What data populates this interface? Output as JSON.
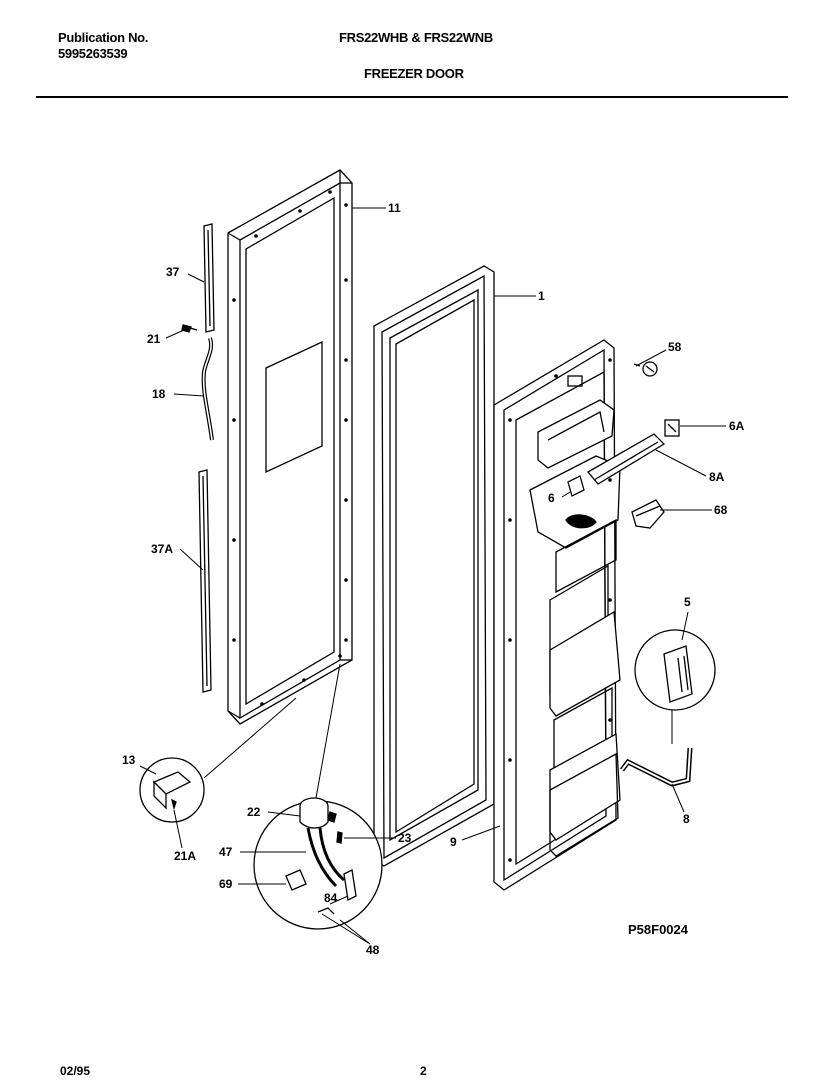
{
  "header": {
    "publication_label": "Publication No.",
    "publication_number": "5995263539",
    "models": "FRS22WHB & FRS22WNB",
    "section_title": "FREEZER DOOR"
  },
  "diagram": {
    "code": "P58F0024",
    "callouts": {
      "p11": "11",
      "p1": "1",
      "p37": "37",
      "p21": "21",
      "p18": "18",
      "p37a": "37A",
      "p58": "58",
      "p6a": "6A",
      "p8a": "8A",
      "p6": "6",
      "p68": "68",
      "p5": "5",
      "p8": "8",
      "p13": "13",
      "p21a": "21A",
      "p22": "22",
      "p23": "23",
      "p47": "47",
      "p69": "69",
      "p84": "84",
      "p48": "48",
      "p9": "9"
    }
  },
  "footer": {
    "date": "02/95",
    "page": "2"
  }
}
